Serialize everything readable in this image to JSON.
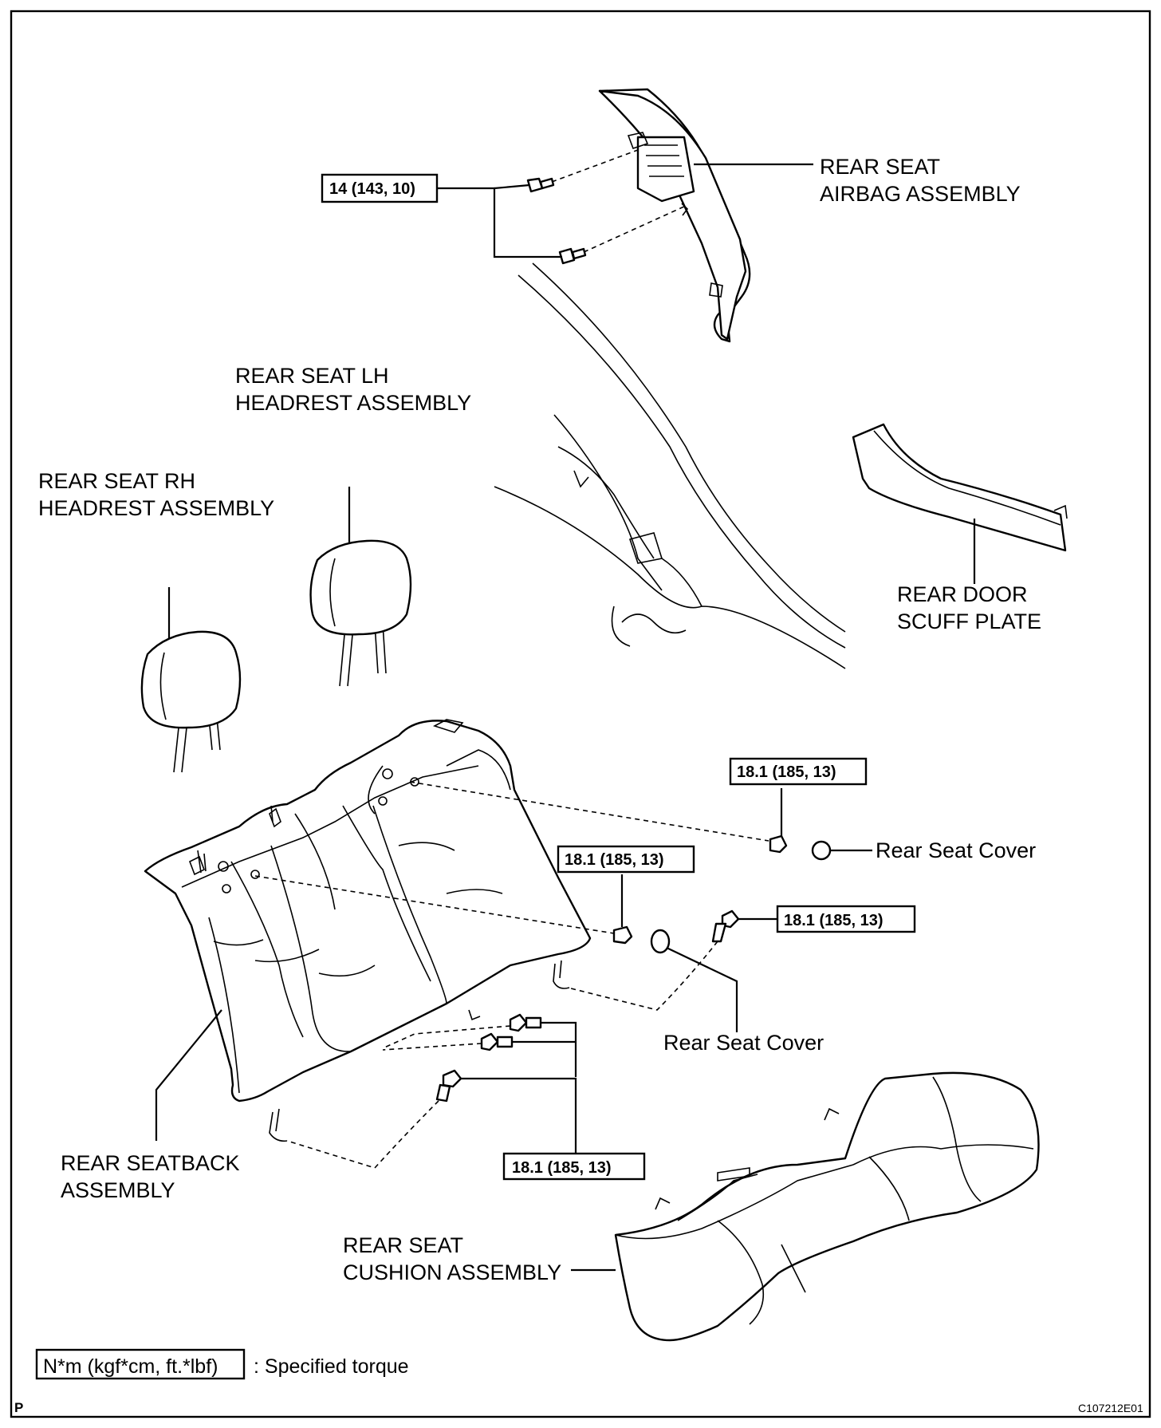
{
  "labels": {
    "airbag_l1": "REAR SEAT",
    "airbag_l2": "AIRBAG ASSEMBLY",
    "lh_l1": "REAR SEAT LH",
    "lh_l2": "HEADREST ASSEMBLY",
    "rh_l1": "REAR SEAT RH",
    "rh_l2": "HEADREST ASSEMBLY",
    "scuff_l1": "REAR DOOR",
    "scuff_l2": "SCUFF PLATE",
    "cover_upper": "Rear Seat Cover",
    "cover_lower": "Rear Seat Cover",
    "seatback_l1": "REAR SEATBACK",
    "seatback_l2": "ASSEMBLY",
    "cushion_l1": "REAR SEAT",
    "cushion_l2": "CUSHION ASSEMBLY"
  },
  "torques": {
    "airbag_bolts": "14 (143, 10)",
    "seatback_upper_nut": "18.1 (185, 13)",
    "seatback_lower_nut": "18.1 (185, 13)",
    "side_bolt": "18.1 (185, 13)",
    "bottom_bolts": "18.1 (185, 13)"
  },
  "legend": {
    "box_text": "N*m (kgf*cm, ft.*lbf)",
    "desc": ": Specified torque"
  },
  "corner": {
    "left": "P",
    "right": "C107212E01"
  }
}
